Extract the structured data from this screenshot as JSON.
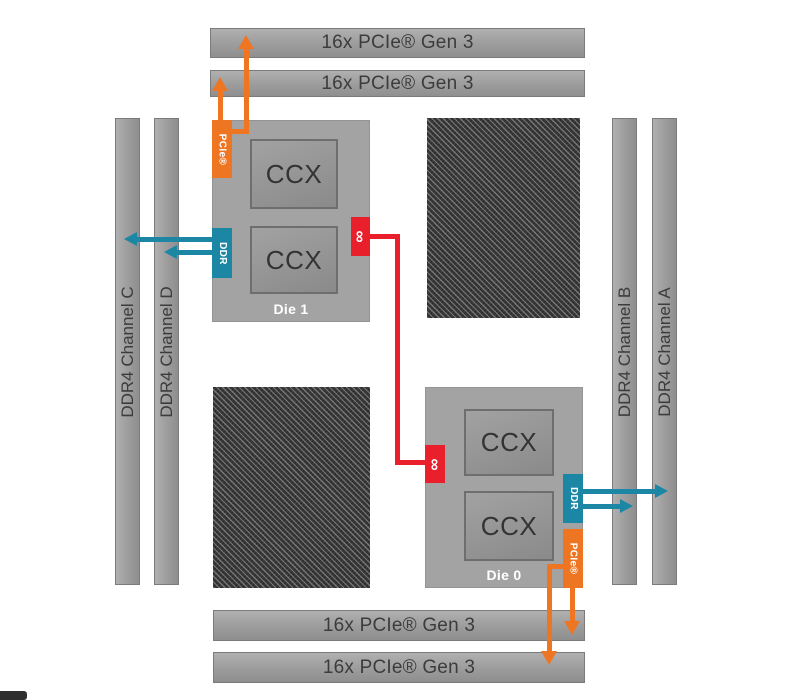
{
  "bars": {
    "top": [
      "16x PCIe® Gen 3",
      "16x PCIe® Gen 3"
    ],
    "bottom": [
      "16x PCIe® Gen 3",
      "16x PCIe® Gen 3"
    ],
    "left": [
      "DDR4 Channel C",
      "DDR4 Channel D"
    ],
    "right": [
      "DDR4 Channel B",
      "DDR4 Channel A"
    ]
  },
  "dies": {
    "die1": {
      "label": "Die 1",
      "ccx_top": "CCX",
      "ccx_bottom": "CCX",
      "pcie_tab": "PCIe®",
      "ddr_tab": "DDR",
      "fabric_glyph": "∞"
    },
    "die0": {
      "label": "Die 0",
      "ccx_top": "CCX",
      "ccx_bottom": "CCX",
      "pcie_tab": "PCIe®",
      "ddr_tab": "DDR",
      "fabric_glyph": "∞"
    }
  },
  "colors": {
    "pcie_orange": "#EE7623",
    "ddr_teal": "#1B87A4",
    "fabric_red": "#E9202C",
    "bar_gray": "#9D9D9D",
    "die_gray": "#A3A3A3",
    "background": "#FFFFFF"
  }
}
